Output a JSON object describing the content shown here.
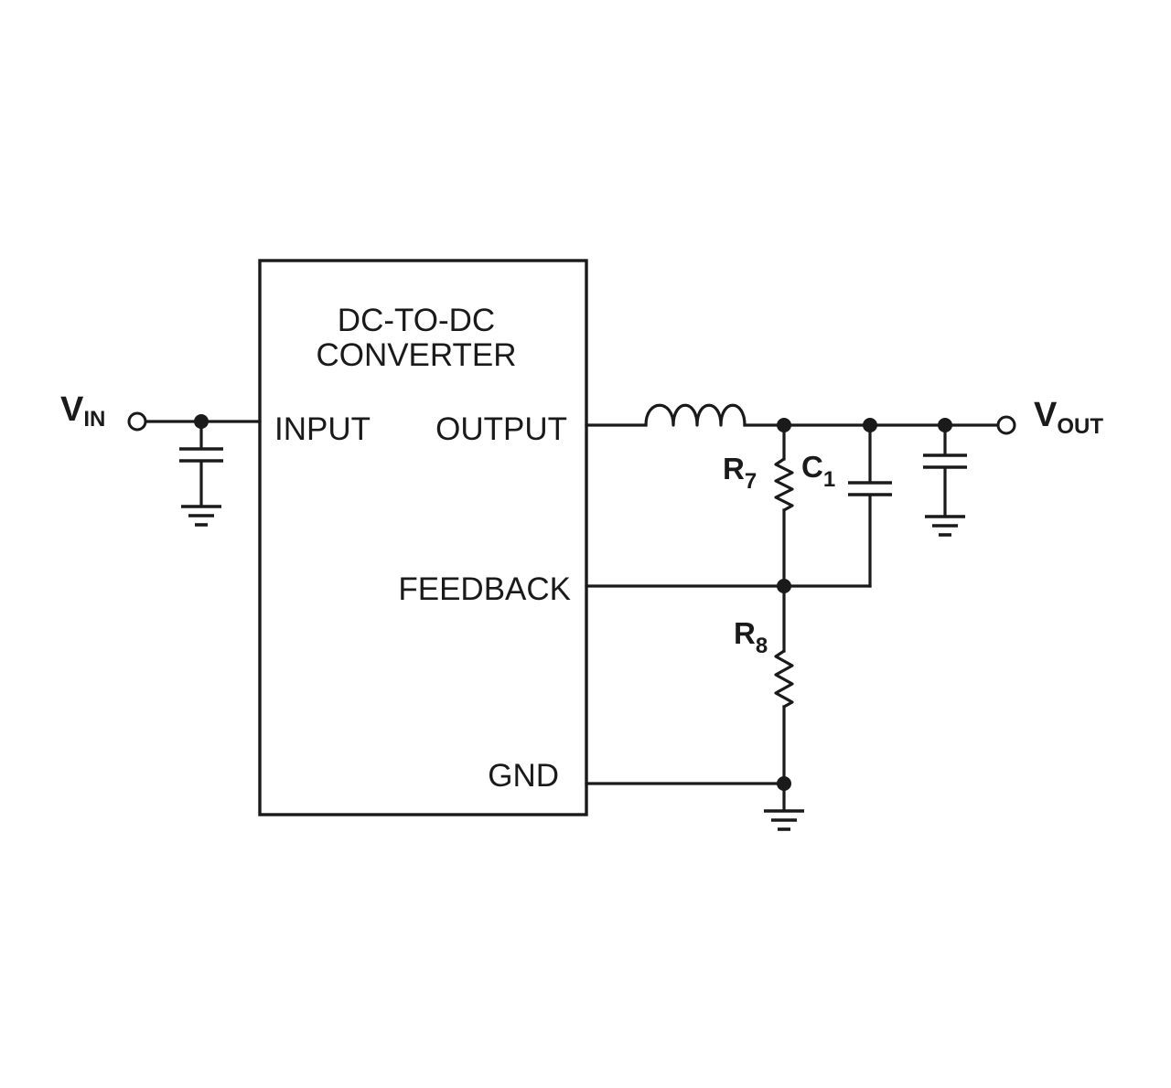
{
  "converter": {
    "title_line1": "DC-TO-DC",
    "title_line2": "CONVERTER",
    "pins": {
      "input": "INPUT",
      "output": "OUTPUT",
      "feedback": "FEEDBACK",
      "gnd": "GND"
    }
  },
  "terminals": {
    "vin": {
      "main": "V",
      "sub": "IN"
    },
    "vout": {
      "main": "V",
      "sub": "OUT"
    }
  },
  "components": {
    "r7": {
      "main": "R",
      "sub": "7"
    },
    "r8": {
      "main": "R",
      "sub": "8"
    },
    "c1": {
      "main": "C",
      "sub": "1"
    }
  }
}
